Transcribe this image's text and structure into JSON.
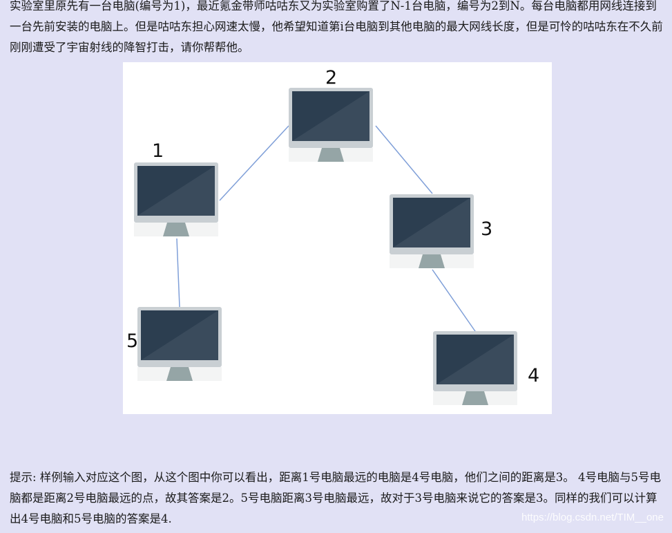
{
  "problem": {
    "intro": "实验室里原先有一台电脑(编号为1)，最近氪金带师咕咕东又为实验室购置了N-1台电脑，编号为2到N。每台电脑都用网线连接到一台先前安装的电脑上。但是咕咕东担心网速太慢，他希望知道第i台电脑到其他电脑的最大网线长度，但是可怜的咕咕东在不久前刚刚遭受了宇宙射线的降智打击，请你帮帮他。",
    "hint": "提示: 样例输入对应这个图，从这个图中你可以看出，距离1号电脑最远的电脑是4号电脑，他们之间的距离是3。 4号电脑与5号电脑都是距离2号电脑最远的点，故其答案是2。5号电脑距离3号电脑最远，故对于3号电脑来说它的答案是3。同样的我们可以计算出4号电脑和5号电脑的答案是4."
  },
  "figure": {
    "nodes": [
      {
        "label": "1",
        "icon": "monitor-icon"
      },
      {
        "label": "2",
        "icon": "monitor-icon"
      },
      {
        "label": "3",
        "icon": "monitor-icon"
      },
      {
        "label": "4",
        "icon": "monitor-icon"
      },
      {
        "label": "5",
        "icon": "monitor-icon"
      }
    ],
    "edges": [
      [
        "1",
        "2"
      ],
      [
        "2",
        "3"
      ],
      [
        "3",
        "4"
      ],
      [
        "1",
        "5"
      ]
    ],
    "colors": {
      "screen": "#2c3e50",
      "bezel": "#c9cfd3",
      "stand": "#95a5a6",
      "cable": "#7f9fd8"
    }
  },
  "watermark": "https://blog.csdn.net/TIM__one"
}
